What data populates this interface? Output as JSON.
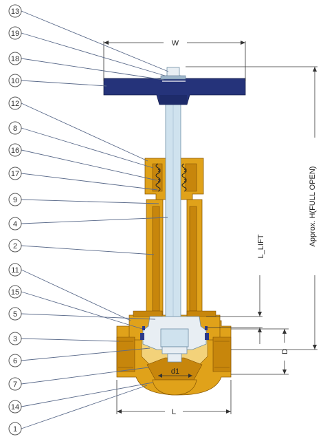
{
  "callouts": [
    "13",
    "19",
    "18",
    "10",
    "12",
    "8",
    "16",
    "17",
    "9",
    "4",
    "2",
    "11",
    "15",
    "5",
    "3",
    "6",
    "7",
    "14",
    "1"
  ],
  "dimensions": {
    "width": "W",
    "height": "Approx. H(FULL OPEN)",
    "lift": "L_LIFT",
    "port": "D",
    "seat": "d1",
    "length": "L"
  },
  "colors": {
    "body": "#e0a21a",
    "stem": "#cfe2ee",
    "handwheel": "#25337a"
  }
}
